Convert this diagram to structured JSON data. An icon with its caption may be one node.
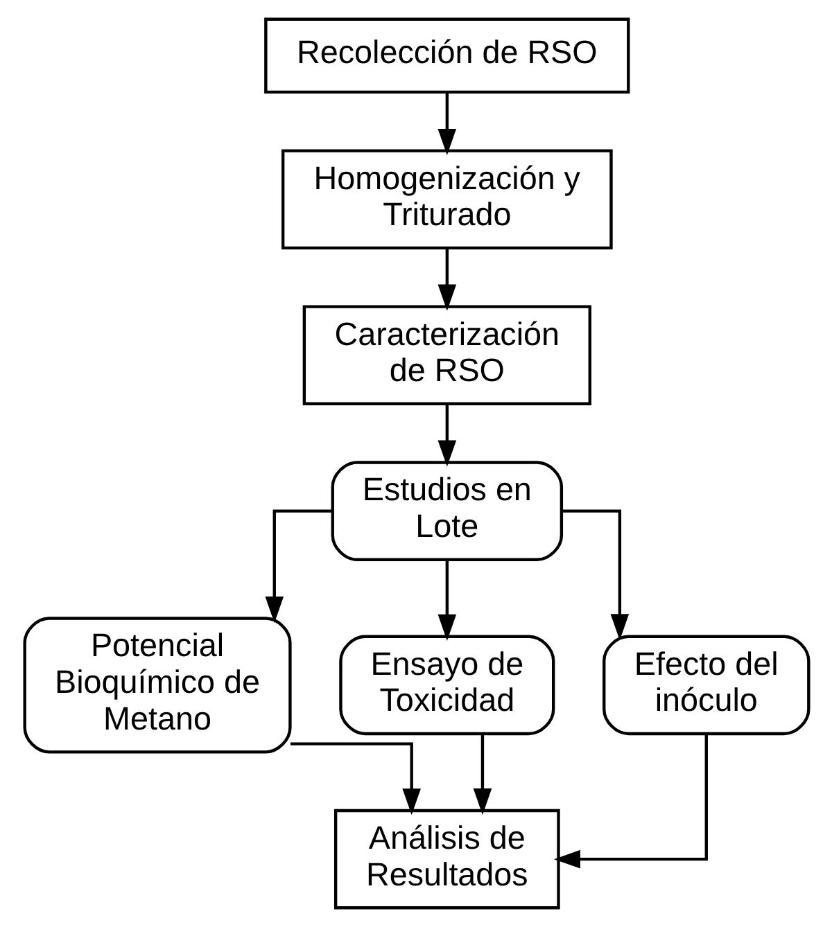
{
  "diagram": {
    "nodes": [
      {
        "text": [
          "Recolección de RSO"
        ]
      },
      {
        "text": [
          "Homogenización y Triturado"
        ]
      },
      {
        "text": [
          "Caracterización de RSO"
        ]
      },
      {
        "text": [
          "Estudios en Lote"
        ]
      },
      {
        "text": [
          "Potencial Bioquímico de Metano"
        ]
      },
      {
        "text": [
          "Ensayo de Toxicidad"
        ]
      },
      {
        "text": [
          "Efecto del inóculo"
        ]
      },
      {
        "text": [
          "Análisis de Resultados"
        ]
      }
    ],
    "edges": [
      {
        "from": 0,
        "to": 1,
        "arrow": "to"
      },
      {
        "from": 1,
        "to": 2,
        "arrow": "to"
      },
      {
        "from": 2,
        "to": 3,
        "arrow": "to"
      },
      {
        "from": 3,
        "to": 4,
        "arrow": "to"
      },
      {
        "from": 3,
        "to": 5,
        "arrow": "to"
      },
      {
        "from": 3,
        "to": 6,
        "arrow": "to"
      },
      {
        "from": 4,
        "to": 7,
        "arrow": "to"
      },
      {
        "from": 5,
        "to": 7,
        "arrow": "to"
      },
      {
        "from": 6,
        "to": 7,
        "arrow": "to"
      }
    ]
  }
}
